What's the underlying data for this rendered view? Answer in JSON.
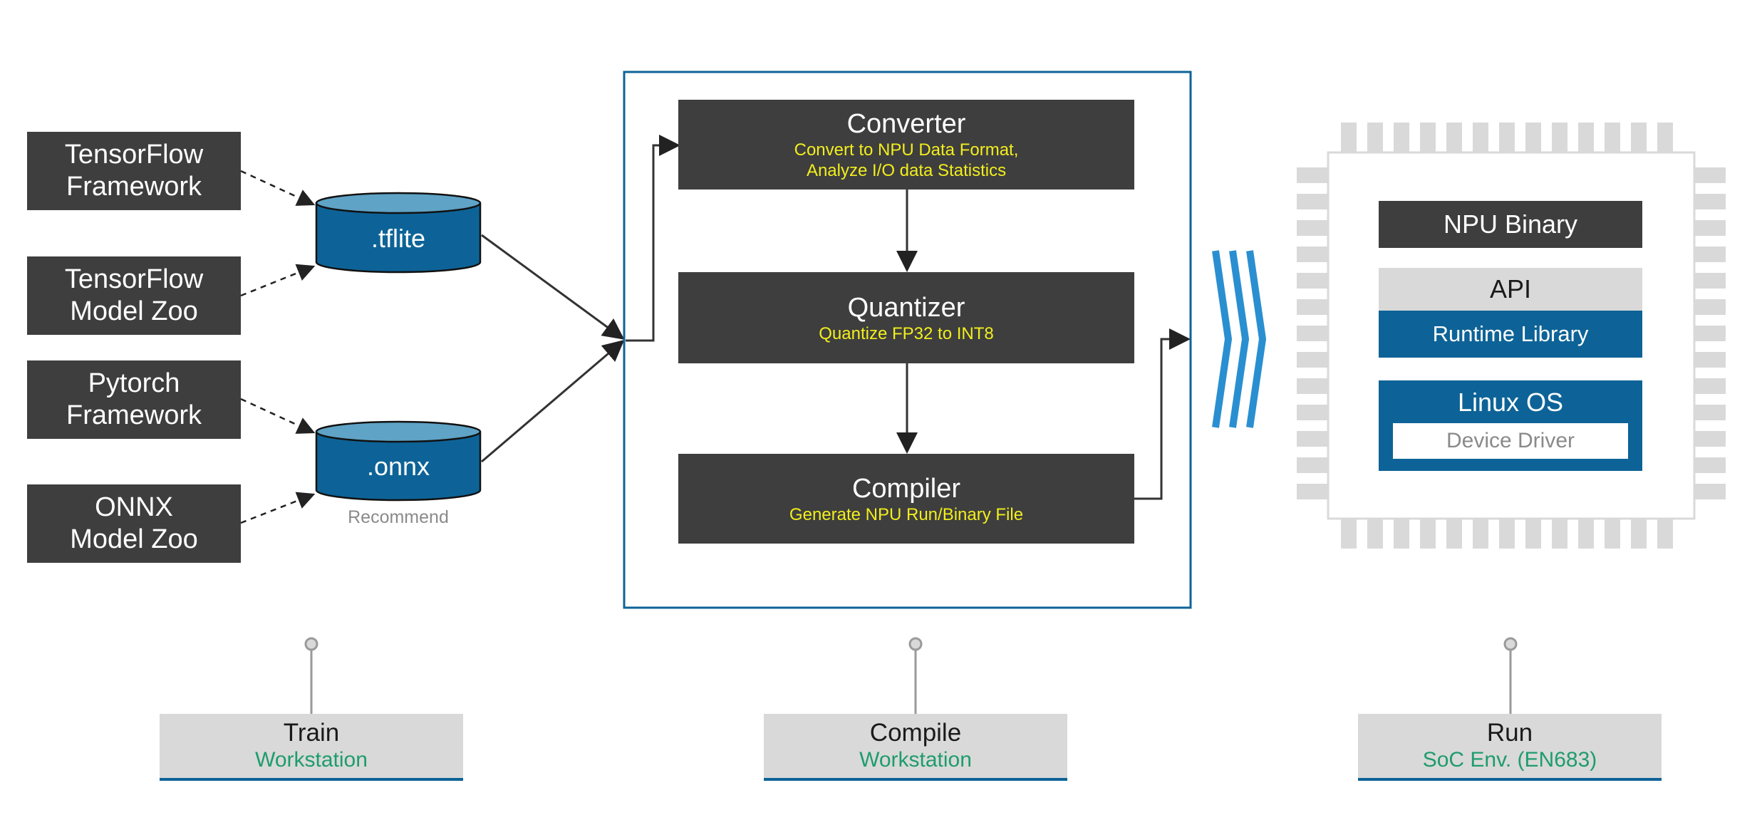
{
  "sources": [
    {
      "line1": "TensorFlow",
      "line2": "Framework"
    },
    {
      "line1": "TensorFlow",
      "line2": "Model Zoo"
    },
    {
      "line1": "Pytorch",
      "line2": "Framework"
    },
    {
      "line1": "ONNX",
      "line2": "Model Zoo"
    }
  ],
  "formats": {
    "tflite": ".tflite",
    "onnx": ".onnx",
    "recommend_note": "Recommend"
  },
  "toolchain": {
    "converter": {
      "title": "Converter",
      "desc1": "Convert to NPU Data Format,",
      "desc2": "Analyze I/O data Statistics"
    },
    "quantizer": {
      "title": "Quantizer",
      "desc": "Quantize FP32 to INT8"
    },
    "compiler": {
      "title": "Compiler",
      "desc": "Generate NPU Run/Binary File"
    }
  },
  "chip": {
    "npu_binary": "NPU Binary",
    "api": "API",
    "runtime_library": "Runtime Library",
    "linux_os": "Linux OS",
    "device_driver": "Device Driver"
  },
  "stages": [
    {
      "title": "Train",
      "env": "Workstation"
    },
    {
      "title": "Compile",
      "env": "Workstation"
    },
    {
      "title": "Run",
      "env": "SoC Env. (EN683)"
    }
  ],
  "colors": {
    "dark_box": "#3e3e3e",
    "brand_blue": "#0d6397",
    "cylinder_top": "#5fa3c6",
    "highlight_text": "#f2ee1d",
    "env_text": "#1e9c6e",
    "chip_gray": "#d9d9d9",
    "arrow_blue": "#2a8fd0"
  }
}
